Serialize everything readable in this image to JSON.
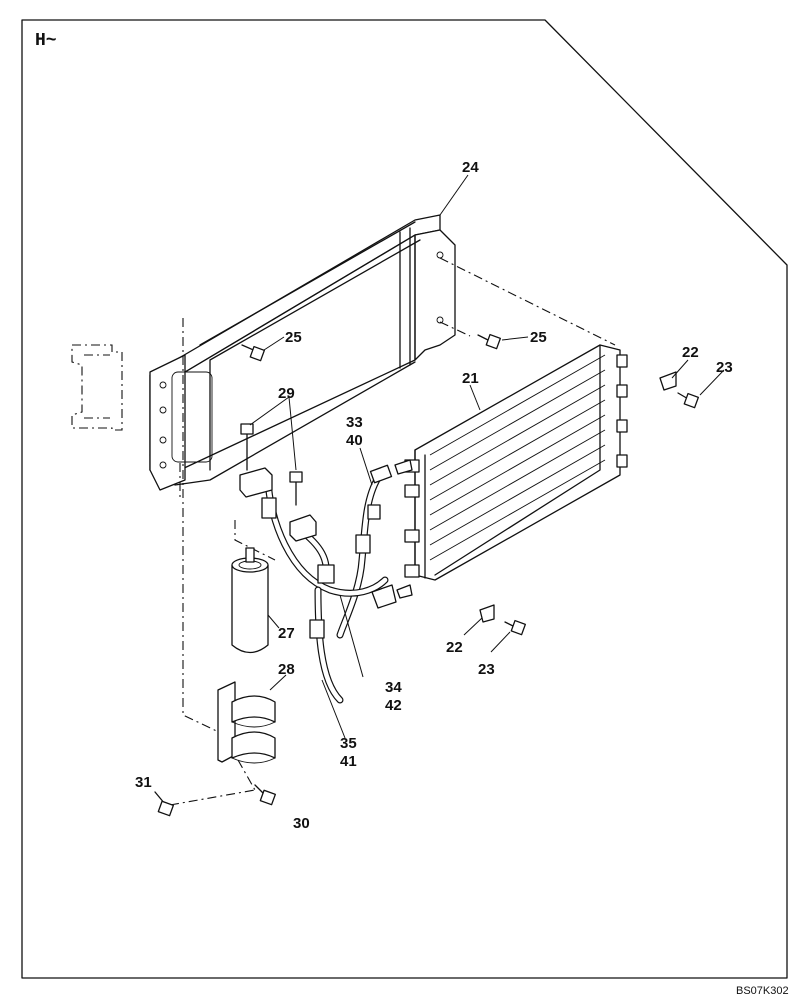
{
  "diagram": {
    "view_label": "H~",
    "drawing_code": "BS07K302",
    "callouts": {
      "c21": "21",
      "c22a": "22",
      "c23a": "23",
      "c22b": "22",
      "c23b": "23",
      "c24": "24",
      "c25a": "25",
      "c25b": "25",
      "c27": "27",
      "c28": "28",
      "c29": "29",
      "c30": "30",
      "c31": "31",
      "c33": "33",
      "c40": "40",
      "c34": "34",
      "c42": "42",
      "c35": "35",
      "c41": "41"
    }
  }
}
